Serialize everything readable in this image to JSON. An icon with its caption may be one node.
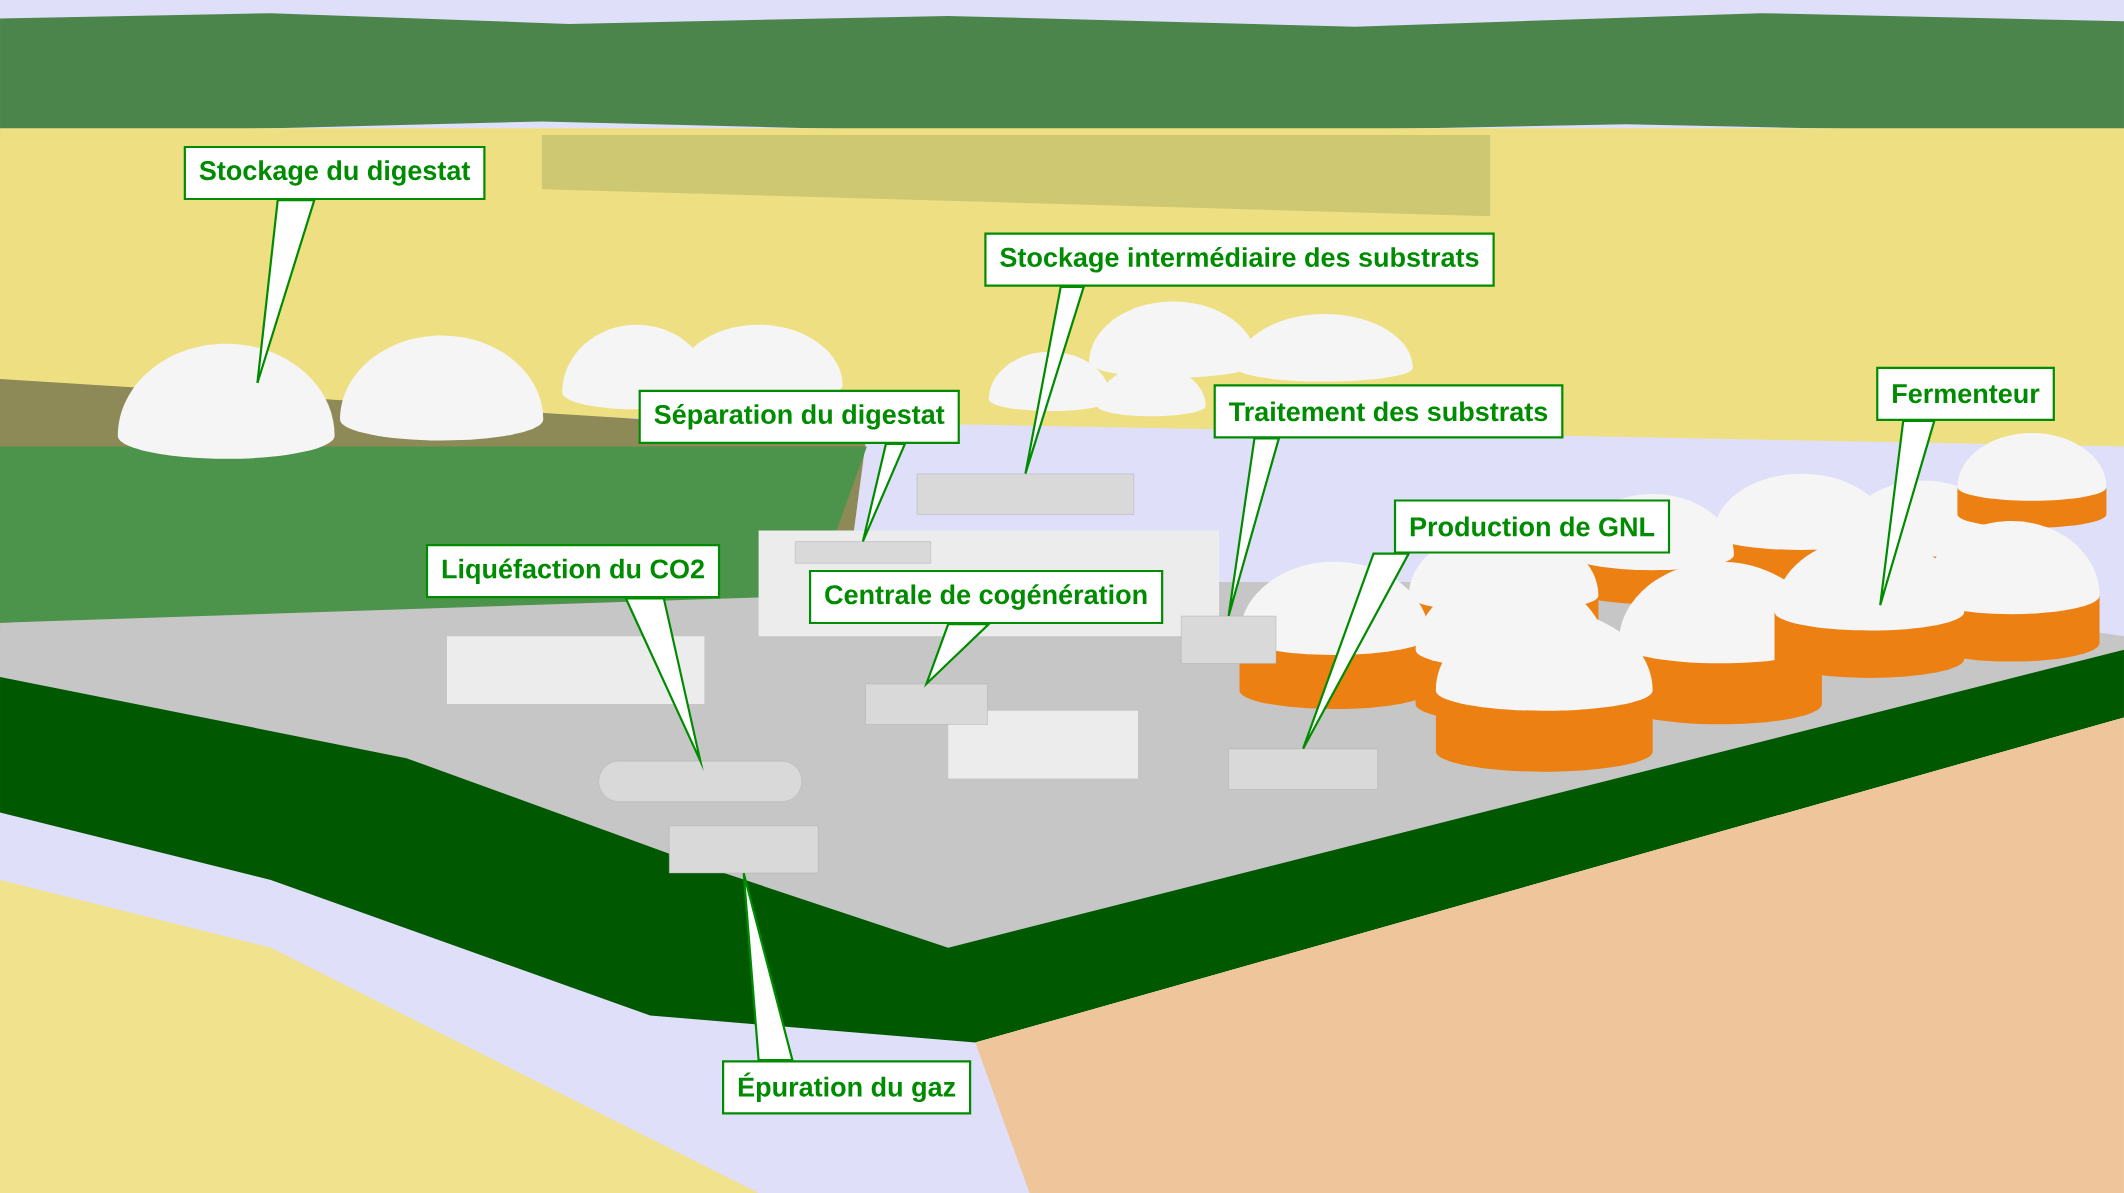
{
  "diagram": {
    "nodes": [
      {
        "text": [
          "Stockage du digestat"
        ]
      },
      {
        "text": [
          "Stockage intermédiaire des substrats"
        ]
      },
      {
        "text": [
          "Séparation du digestat"
        ]
      },
      {
        "text": [
          "Traitement des substrats"
        ]
      },
      {
        "text": [
          "Fermenteur"
        ]
      },
      {
        "text": [
          "Production de GNL"
        ]
      },
      {
        "text": [
          "Liquéfaction du CO2"
        ]
      },
      {
        "text": [
          "Centrale de cogénération"
        ]
      },
      {
        "text": [
          "Épuration du gaz"
        ]
      },
      {
        "text": [],
        "shape": "dome"
      },
      {
        "text": [],
        "shape": "cylinder"
      },
      {
        "text": [],
        "shape": "building"
      },
      {
        "text": [],
        "shape": "building"
      },
      {
        "text": [],
        "shape": "building"
      },
      {
        "text": [],
        "shape": "building"
      },
      {
        "text": [],
        "shape": "building"
      },
      {
        "text": [],
        "shape": "building"
      },
      {
        "text": [],
        "shape": "dome"
      }
    ],
    "edges": [
      {
        "from": 0,
        "to": 9,
        "arrow": "to"
      },
      {
        "from": 1,
        "to": 14,
        "arrow": "to"
      },
      {
        "from": 2,
        "to": 12,
        "arrow": "to"
      },
      {
        "from": 3,
        "to": 15,
        "arrow": "to"
      },
      {
        "from": 4,
        "to": 17,
        "arrow": "to"
      },
      {
        "from": 5,
        "to": 16,
        "arrow": "to"
      },
      {
        "from": 6,
        "to": 10,
        "arrow": "to"
      },
      {
        "from": 7,
        "to": 13,
        "arrow": "to"
      },
      {
        "from": 8,
        "to": 11,
        "arrow": "to"
      }
    ]
  }
}
